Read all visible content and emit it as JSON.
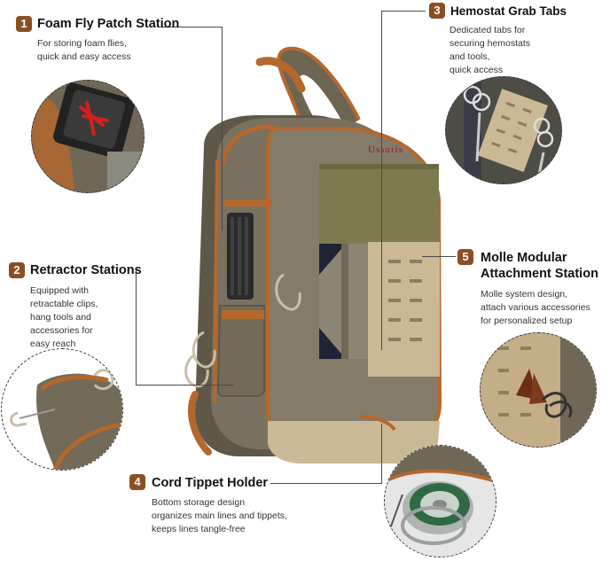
{
  "features": [
    {
      "number": "1",
      "title": "Foam Fly Patch Station",
      "desc_lines": [
        "For storing foam flies,",
        "quick and easy access"
      ],
      "detail_icon": "foam-fly-patch-closeup"
    },
    {
      "number": "2",
      "title": "Retractor Stations",
      "desc_lines": [
        "Equipped with",
        "retractable clips,",
        "hang tools and",
        "accessories for",
        "easy reach"
      ],
      "detail_icon": "retractor-clip-closeup"
    },
    {
      "number": "3",
      "title": "Hemostat Grab Tabs",
      "desc_lines": [
        "Dedicated tabs for",
        "securing hemostats",
        "and tools,",
        "quick access"
      ],
      "detail_icon": "hemostat-tabs-closeup"
    },
    {
      "number": "4",
      "title": "Cord Tippet Holder",
      "desc_lines": [
        "Bottom storage design",
        "organizes main lines and tippets,",
        "keeps lines tangle-free"
      ],
      "detail_icon": "tippet-spool-closeup"
    },
    {
      "number": "5",
      "title_lines": [
        "Molle Modular",
        "Attachment Station"
      ],
      "desc_lines": [
        "Molle system design,",
        "attach various accessories",
        "for personalized setup"
      ],
      "detail_icon": "molle-accessory-closeup"
    }
  ],
  "product": {
    "brand": "Ussuris",
    "image_icon": "sling-backpack-photo"
  },
  "colors": {
    "badge": "#8a4f22",
    "bag_body": "#7a7160",
    "bag_trim": "#b5682d",
    "olive_panel": "#7d7a50",
    "molle_panel": "#cbb896"
  }
}
